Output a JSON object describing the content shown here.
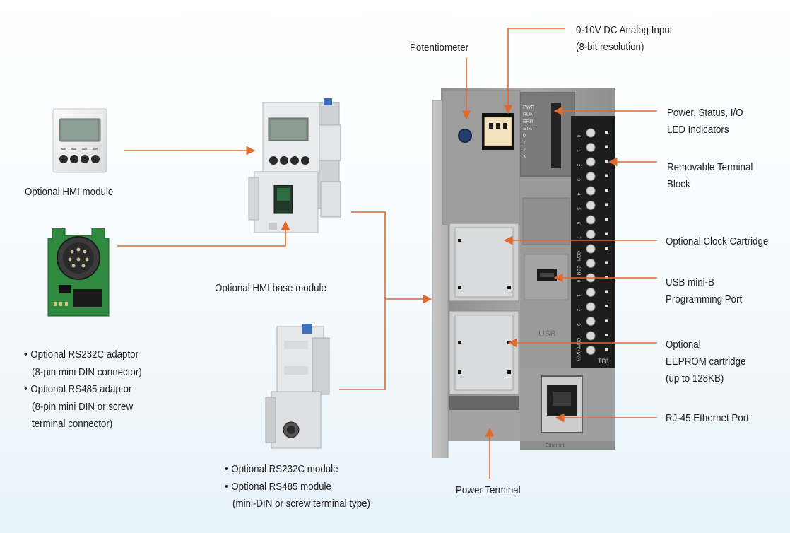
{
  "labels": {
    "potentiometer": [
      "Potentiometer"
    ],
    "analog_input": [
      "0-10V DC Analog Input",
      "(8-bit resolution)"
    ],
    "led_indicators": [
      "Power, Status, I/O",
      "LED Indicators"
    ],
    "terminal_block": [
      "Removable Terminal",
      "Block"
    ],
    "clock_cartridge": [
      "Optional Clock Cartridge"
    ],
    "usb_port": [
      "USB mini-B",
      "Programming Port"
    ],
    "eeprom": [
      "Optional",
      "EEPROM cartridge",
      "(up to 128KB)"
    ],
    "ethernet": [
      "RJ-45 Ethernet Port"
    ],
    "power_terminal": [
      "Power Terminal"
    ],
    "hmi_module": [
      "Optional HMI module"
    ],
    "hmi_base": [
      "Optional HMI base module"
    ]
  },
  "adaptor_list": [
    {
      "line1": "Optional RS232C adaptor",
      "line2": "(8-pin mini DIN connector)"
    },
    {
      "line1": "Optional RS485 adaptor",
      "line2": "(8-pin mini DIN or screw",
      "line3": "terminal connector)"
    }
  ],
  "module_list": [
    {
      "line1": "Optional RS232C module"
    },
    {
      "line1": "Optional RS485 module",
      "line2": "(mini-DIN or screw terminal type)"
    }
  ],
  "device": {
    "led_labels": [
      "PWR",
      "RUN",
      "ERR",
      "STAT",
      "0",
      "1",
      "2",
      "3"
    ],
    "terminal_labels": [
      "0",
      "1",
      "2",
      "3",
      "4",
      "5",
      "6",
      "7",
      "COM",
      "COM",
      "0",
      "1",
      "2",
      "3",
      "COM(+)",
      "V-(-)"
    ],
    "usb_text": "USB",
    "tb_text": "TB1",
    "eth_text": "Ethernet"
  },
  "colors": {
    "leader": "#e0692f",
    "device_body": "#9c9c9c",
    "text": "#222222"
  }
}
